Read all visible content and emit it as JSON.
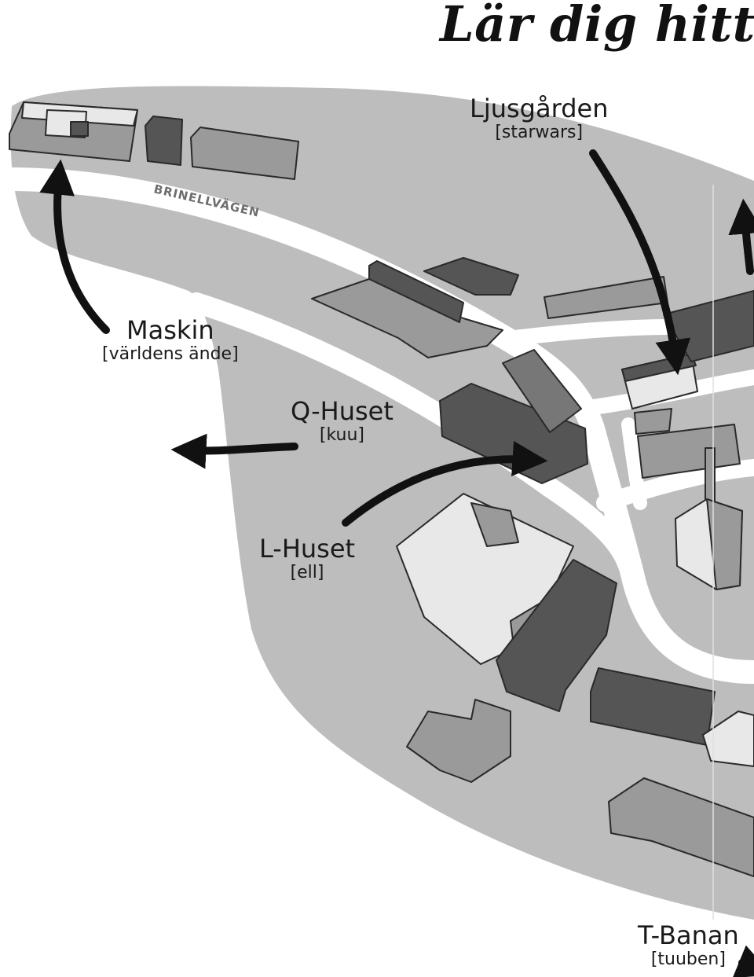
{
  "title": "Lär dig hitta",
  "road": "BRINELLVÄGEN",
  "places": [
    {
      "id": "ljusgarden",
      "name": "Ljusgården",
      "nick": "[starwars]"
    },
    {
      "id": "maskin",
      "name": "Maskin",
      "nick": "[världens ände]"
    },
    {
      "id": "q-huset",
      "name": "Q-Huset",
      "nick": "[kuu]"
    },
    {
      "id": "l-huset",
      "name": "L-Huset",
      "nick": "[ell]"
    },
    {
      "id": "t-banan",
      "name": "T-Banan",
      "nick": "[tuuben]"
    }
  ],
  "colors": {
    "campus_area": "#bdbdbd",
    "road": "#ffffff",
    "building_light": "#e8e8e8",
    "building_mid": "#9a9a9a",
    "building_dark": "#555555",
    "arrow": "#111111"
  }
}
